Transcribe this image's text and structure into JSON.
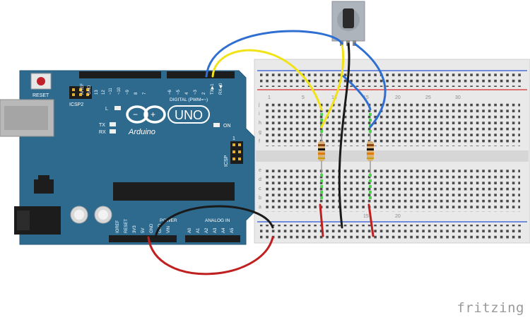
{
  "arduino": {
    "brand": "Arduino",
    "model": "UNO",
    "reset_label": "RESET",
    "icsp2_label": "ICSP2",
    "icsp_label": "ICSP",
    "icsp_pin1": "1",
    "led_labels": [
      "L",
      "TX",
      "RX",
      "ON"
    ],
    "digital_header": "DIGITAL (PWM=~)",
    "digital_pins": [
      "AREF",
      "GND",
      "13",
      "12",
      "~11",
      "~10",
      "~9",
      "8",
      "7",
      "~6",
      "~5",
      "4",
      "~3",
      "2",
      "TX▶1",
      "RX◀0"
    ],
    "power_header": "POWER",
    "power_pins": [
      "IOREF",
      "RESET",
      "3V3",
      "5V",
      "GND",
      "GND",
      "VIN"
    ],
    "analog_header": "ANALOG IN",
    "analog_pins": [
      "A0",
      "A1",
      "A2",
      "A3",
      "A4",
      "A5"
    ],
    "board_color": "#2e6a8e"
  },
  "breadboard": {
    "row_letters_top": [
      "j",
      "i",
      "h",
      "g",
      "f"
    ],
    "row_letters_bottom": [
      "e",
      "d",
      "c",
      "b",
      "a"
    ],
    "column_numbers": [
      "1",
      "5",
      "10",
      "15",
      "20",
      "25",
      "30"
    ],
    "body_color": "#e9e9e9"
  },
  "wires": {
    "yellow": "#f2e21a",
    "blue": "#2e6fd1",
    "black": "#1a1a1a",
    "red": "#c02020"
  },
  "footer": {
    "brand": "fritzing"
  }
}
